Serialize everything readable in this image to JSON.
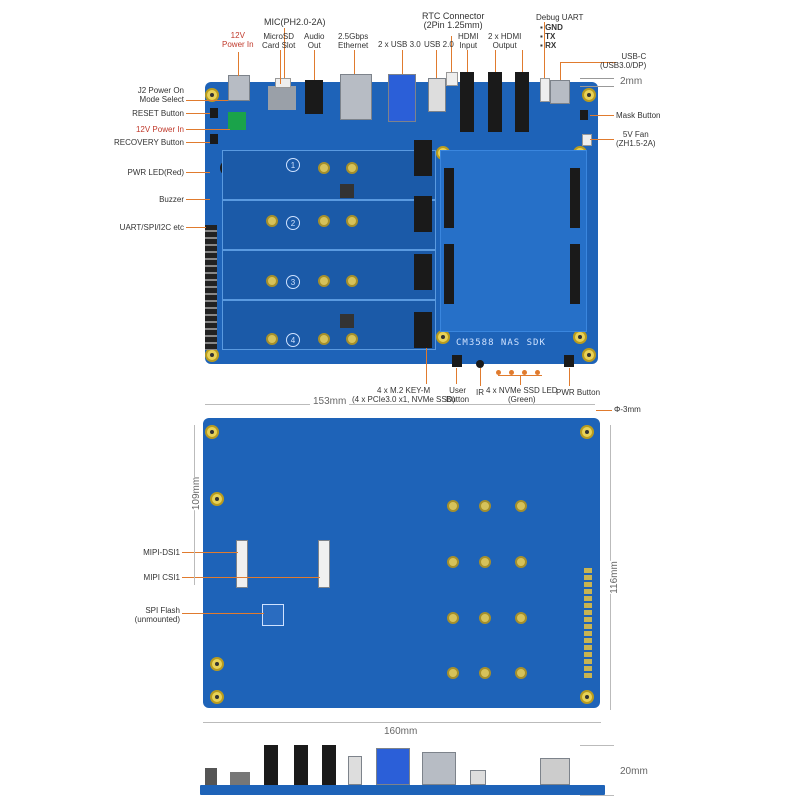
{
  "top_labels": {
    "power_in": "12V\nPower In",
    "microsd": "MicroSD\nCard Slot",
    "mic": "MIC(PH2.0-2A)",
    "audio": "Audio\nOut",
    "ethernet": "2.5Gbps\nEthernet",
    "usb3": "2 x USB 3.0",
    "usb2": "USB 2.0",
    "rtc": "RTC Connector\n(2Pin 1.25mm)",
    "hdmi_in": "HDMI\nInput",
    "hdmi_out": "2 x HDMI\nOutput",
    "debug_uart": "Debug UART",
    "gnd": "GND",
    "tx": "TX",
    "rx": "RX",
    "usbc": "USB-C\n(USB3.0/DP)"
  },
  "left_labels": {
    "j2": "J2 Power On\nMode Select",
    "reset": "RESET Button",
    "power_in_12v": "12V Power In",
    "recovery": "RECOVERY Button",
    "pwr_led": "PWR LED(Red)",
    "buzzer": "Buzzer",
    "uart": "UART/SPI/I2C etc"
  },
  "right_labels": {
    "mask": "Mask Button",
    "fan": "5V Fan\n(ZH1.5-2A)"
  },
  "bottom_labels": {
    "m2": "4 x M.2 KEY-M\n(4 x PCIe3.0 x1, NVMe SSD)",
    "user": "User\nButton",
    "ir": "IR",
    "ssd_led": "4 x NVMe SSD LED\n(Green)",
    "pwr_button": "PWR Button"
  },
  "back_labels": {
    "mipi_dsi": "MIPI-DSI1",
    "mipi_csi": "MIPI CSI1",
    "spi": "SPI Flash\n(unmounted)",
    "hole": "Φ-3mm"
  },
  "dimensions": {
    "top_gap": "2mm",
    "width_153": "153mm",
    "height_109": "109mm",
    "height_116": "116mm",
    "width_160": "160mm",
    "thickness": "20mm"
  },
  "silkscreen": {
    "board_name": "CM3588 NAS SDK",
    "slot1": "1",
    "slot2": "2",
    "slot3": "3",
    "slot4": "4"
  },
  "colors": {
    "pcb": "#1e63b8",
    "callout": "#e07b2e",
    "highlight_text": "#c0392b"
  }
}
